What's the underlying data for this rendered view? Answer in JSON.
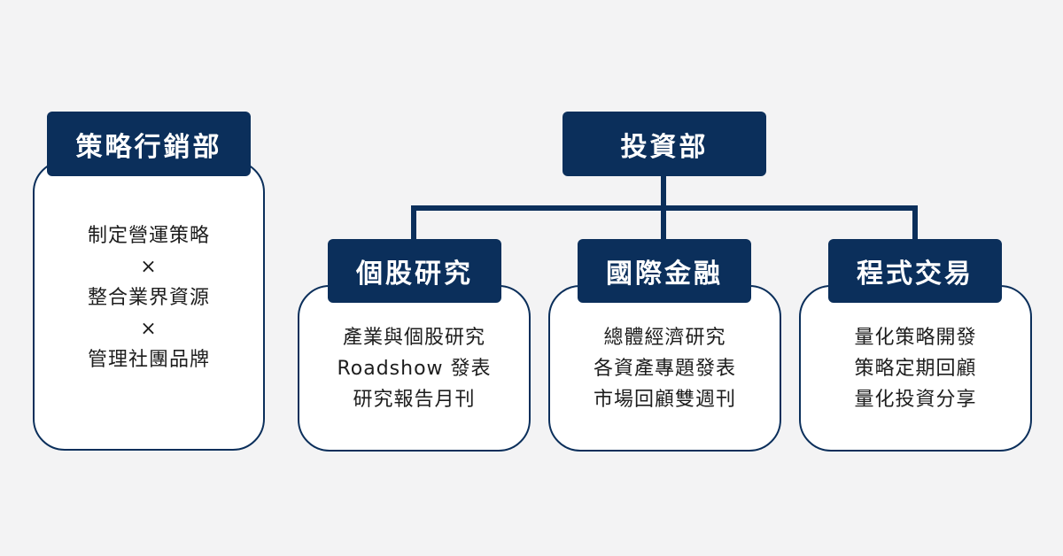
{
  "marketing": {
    "title": "策略行銷部",
    "lines": [
      "制定營運策略",
      "×",
      "整合業界資源",
      "×",
      "管理社團品牌"
    ]
  },
  "investment": {
    "title": "投資部",
    "teams": [
      {
        "title": "個股研究",
        "lines": [
          "產業與個股研究",
          "Roadshow 發表",
          "研究報告月刊"
        ]
      },
      {
        "title": "國際金融",
        "lines": [
          "總體經濟研究",
          "各資產專題發表",
          "市場回顧雙週刊"
        ]
      },
      {
        "title": "程式交易",
        "lines": [
          "量化策略開發",
          "策略定期回顧",
          "量化投資分享"
        ]
      }
    ]
  },
  "colors": {
    "navy": "#0b2f5b",
    "background": "#f3f3f4",
    "card": "#ffffff",
    "text": "#1d1d1d"
  }
}
